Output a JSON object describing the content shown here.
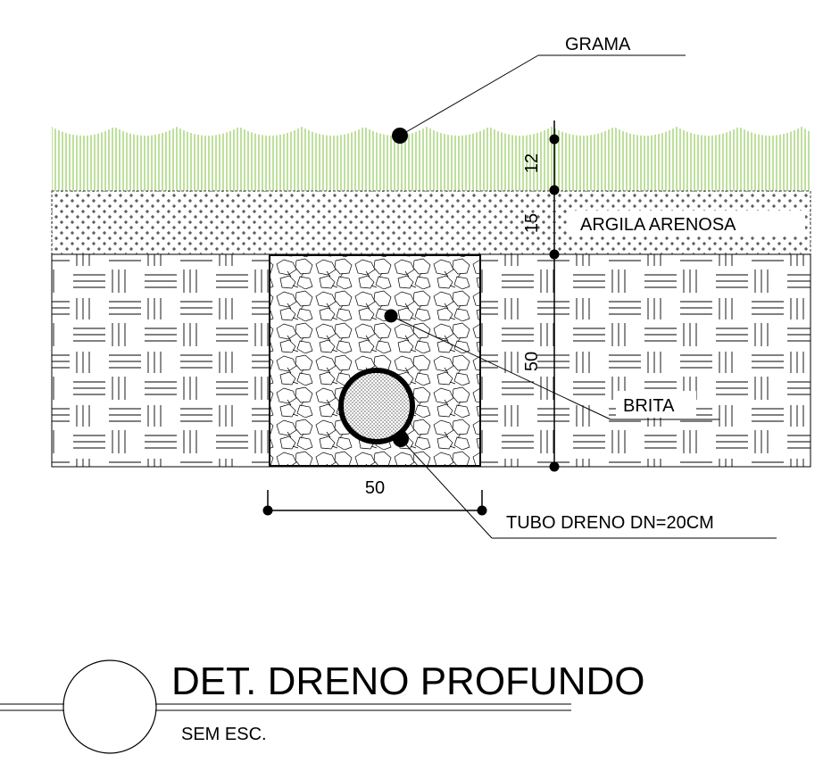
{
  "labels": {
    "grass": "GRAMA",
    "sandy_clay": "ARGILA ARENOSA",
    "gravel": "BRITA",
    "drain_pipe": "TUBO DRENO DN=20CM"
  },
  "dimensions": {
    "grass_thickness": "12",
    "clay_thickness": "15",
    "trench_depth": "50",
    "trench_width": "50"
  },
  "title": {
    "main": "DET. DRENO PROFUNDO",
    "scale": "SEM ESC."
  },
  "colors": {
    "grass": "#7ec23a",
    "line": "#000000",
    "background": "#ffffff"
  }
}
